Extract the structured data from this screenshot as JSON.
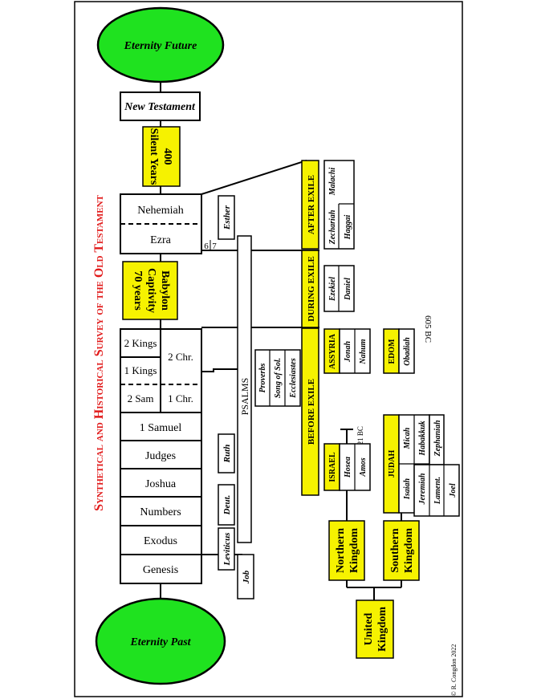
{
  "title": "Synthetical and Historical Survey of the Old Testament",
  "eternity_future": "Eternity Future",
  "eternity_past": "Eternity Past",
  "new_testament": "New Testament",
  "silent_years": [
    "400",
    "Silent Years"
  ],
  "babylon_captivity": [
    "Babylon",
    "Captivity",
    "70 years"
  ],
  "books": {
    "nehemiah": "Nehemiah",
    "ezra": "Ezra",
    "kings2": "2 Kings",
    "kings1": "1 Kings",
    "chr2": "2 Chr.",
    "sam2": "2 Sam",
    "chr1": "1 Chr.",
    "samuel1": "1 Samuel",
    "judges": "Judges",
    "joshua": "Joshua",
    "numbers": "Numbers",
    "exodus": "Exodus",
    "genesis": "Genesis"
  },
  "side_books": {
    "esther": "Esther",
    "ruth": "Ruth",
    "deut": "Deut.",
    "leviticus": "Leviticus",
    "job": "Job",
    "psalms": "PSALMS",
    "proverbs": "Proverbs",
    "song": "Song of Sol.",
    "ecclesiastes": "Ecclesiastes"
  },
  "ezra_nums": [
    "6",
    "7"
  ],
  "periods": {
    "after_exile": "AFTER EXILE",
    "during_exile": "DURING EXILE",
    "before_exile": "BEFORE EXILE"
  },
  "prophets": {
    "zechariah": "Zechariah",
    "malachi": "Malachi",
    "haggai": "Haggai",
    "ezekiel": "Ezekiel",
    "daniel": "Daniel",
    "assyria": "ASSYRIA",
    "jonah": "Jonah",
    "nahum": "Nahum",
    "edom": "EDOM",
    "obadiah": "Obadiah",
    "israel": "ISRAEL",
    "hosea": "Hosea",
    "amos": "Amos",
    "judah": "JUDAH",
    "isaiah": "Isaiah",
    "micah": "Micah",
    "jeremiah": "Jeremiah",
    "habakkuk": "Habakkuk",
    "zephaniah": "Zephaniah",
    "lament": "Lament.",
    "joel": "Joel"
  },
  "dates": {
    "d605": "605 BC",
    "d721": "721 BC"
  },
  "kingdoms": {
    "northern": [
      "Northern",
      "Kingdom"
    ],
    "southern": [
      "Southern",
      "Kingdom"
    ],
    "united": [
      "United",
      "Kingdom"
    ]
  },
  "copyright": "© R. Congdon 2022"
}
